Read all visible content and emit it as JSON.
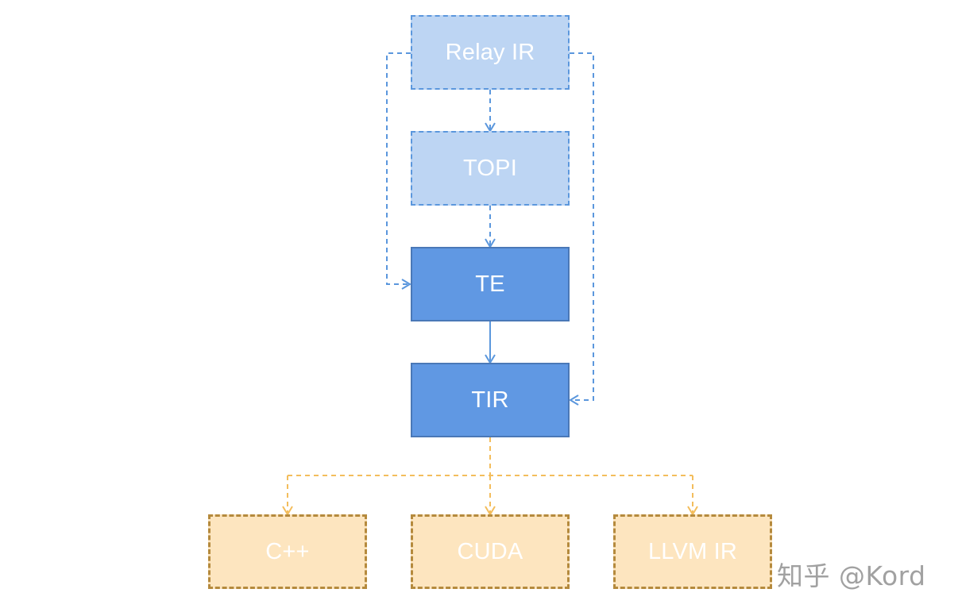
{
  "diagram": {
    "nodes": {
      "relay_ir": "Relay IR",
      "topi": "TOPI",
      "te": "TE",
      "tir": "TIR",
      "cpp": "C++",
      "cuda": "CUDA",
      "llvm_ir": "LLVM IR"
    },
    "edges": [
      {
        "from": "Relay IR",
        "to": "TOPI",
        "style": "dashed-blue"
      },
      {
        "from": "TOPI",
        "to": "TE",
        "style": "dashed-blue"
      },
      {
        "from": "Relay IR",
        "to": "TE",
        "style": "dashed-blue"
      },
      {
        "from": "TE",
        "to": "TIR",
        "style": "solid-blue"
      },
      {
        "from": "Relay IR",
        "to": "TIR",
        "style": "dashed-blue"
      },
      {
        "from": "TIR",
        "to": "C++",
        "style": "dashed-orange"
      },
      {
        "from": "TIR",
        "to": "CUDA",
        "style": "dashed-orange"
      },
      {
        "from": "TIR",
        "to": "LLVM IR",
        "style": "dashed-orange"
      }
    ],
    "colors": {
      "light_blue_fill": "#bdd5f3",
      "blue_dashed_stroke": "#5b97dd",
      "solid_blue_fill": "#6098e3",
      "solid_blue_stroke": "#4a78b7",
      "orange_fill": "#fde5bf",
      "orange_stroke": "#b58a3d",
      "orange_connector": "#f3bd5c"
    }
  },
  "watermark": {
    "text": "知乎 @Kord"
  }
}
